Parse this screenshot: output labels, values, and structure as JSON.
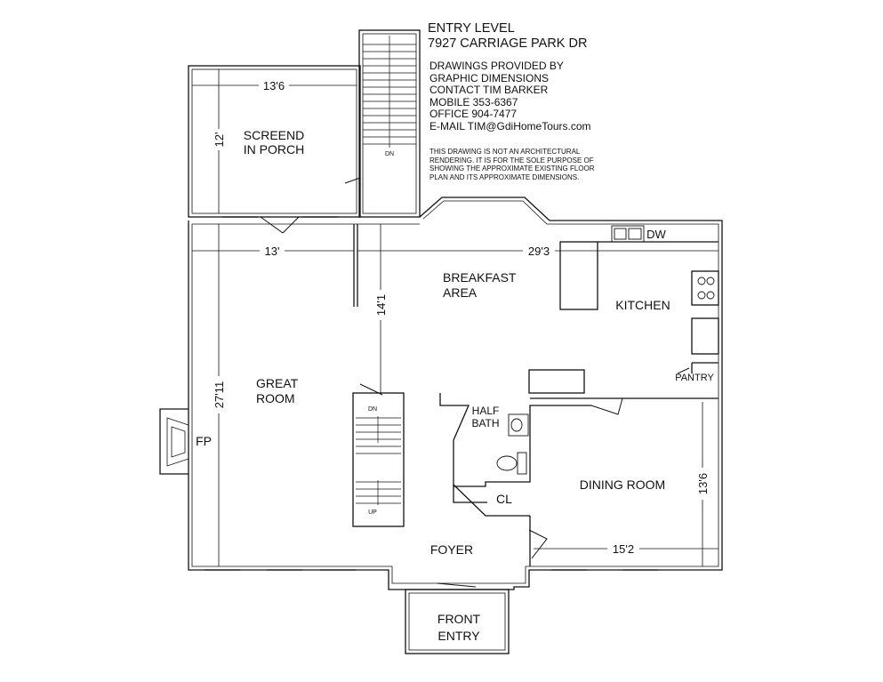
{
  "header": {
    "title": "ENTRY LEVEL",
    "address": "7927 CARRIAGE PARK DR"
  },
  "credits": [
    "DRAWINGS PROVIDED BY",
    "GRAPHIC DIMENSIONS",
    "CONTACT TIM BARKER",
    "MOBILE 353-6367",
    "OFFICE 904-7477",
    "E-MAIL TIM@GdiHomeTours.com"
  ],
  "disclaimer": [
    "THIS DRAWING IS NOT AN ARCHITECTURAL",
    "RENDERING. IT IS FOR THE SOLE PURPOSE OF",
    "SHOWING THE APPROXIMATE EXISTING FLOOR",
    "PLAN AND ITS APPROXIMATE  DIMENSIONS."
  ],
  "rooms": {
    "porch_line1": "SCREEND",
    "porch_line2": "IN PORCH",
    "breakfast_line1": "BREAKFAST",
    "breakfast_line2": "AREA",
    "kitchen": "KITCHEN",
    "great_line1": "GREAT",
    "great_line2": "ROOM",
    "fireplace": "FP",
    "halfbath_line1": "HALF",
    "halfbath_line2": "BATH",
    "closet": "CL",
    "pantry": "PANTRY",
    "dining": "DINING ROOM",
    "foyer": "FOYER",
    "entry_line1": "FRONT",
    "entry_line2": "ENTRY"
  },
  "dimensions": {
    "porch_width": "13'6",
    "porch_depth": "12'",
    "great_width": "13'",
    "overall_width": "29'3",
    "breakfast_depth": "14'1",
    "great_depth": "27'11",
    "dining_depth": "13'6",
    "dining_width": "15'2"
  },
  "stairs": {
    "upper_dn": "DN",
    "lower_dn": "DN",
    "lower_up": "UP"
  },
  "appliances": {
    "dishwasher": "DW"
  }
}
